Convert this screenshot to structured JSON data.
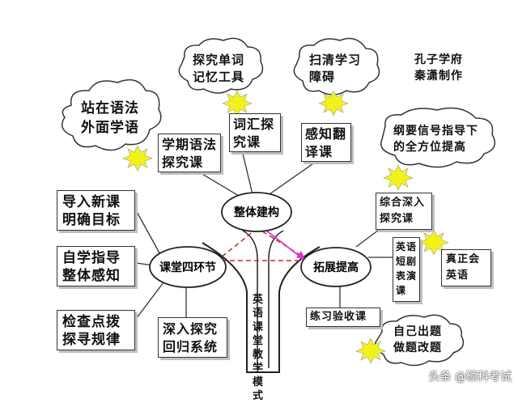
{
  "center": {
    "top": "整体建构",
    "left": "课堂四环节",
    "right": "拓展提高",
    "trunk": "英语课堂教学模式"
  },
  "branches_top": [
    {
      "id": "grammar-course",
      "text": "学期语法\n探究课"
    },
    {
      "id": "vocab-course",
      "text": "词汇探\n究课"
    },
    {
      "id": "translation-course",
      "text": "感知翻\n译课"
    }
  ],
  "clouds": [
    {
      "id": "outside-grammar",
      "text": "站在语法\n外面学语"
    },
    {
      "id": "word-memory",
      "text": "探究单词\n记忆工具"
    },
    {
      "id": "clear-obstacles",
      "text": "扫清学习\n障碍"
    },
    {
      "id": "all-round",
      "text": "纲要信号指导下\n的全方位提高"
    },
    {
      "id": "self-questions",
      "text": "自己出题\n做题改题"
    }
  ],
  "left_steps": [
    {
      "id": "step-1",
      "text": "导入新课\n明确目标"
    },
    {
      "id": "step-2",
      "text": "自学指导\n整体感知"
    },
    {
      "id": "step-3",
      "text": "检查点拨\n探寻规律"
    },
    {
      "id": "step-4",
      "text": "深入探究\n回归系统"
    }
  ],
  "right_items": [
    {
      "id": "comprehensive",
      "text": "综合深入\n探究课"
    },
    {
      "id": "drama",
      "text": "英语\n短剧\n表演\n课"
    },
    {
      "id": "practice",
      "text": "练习验收课"
    },
    {
      "id": "true-english",
      "text": "真正会\n英语"
    }
  ],
  "credit": "孔子学府\n秦潇制作",
  "watermark": "头条 @硕科考试",
  "colors": {
    "arrow": "#d63ad6",
    "dashed": "#cc2a2a",
    "star": "#f2f21a",
    "line": "#333333"
  }
}
